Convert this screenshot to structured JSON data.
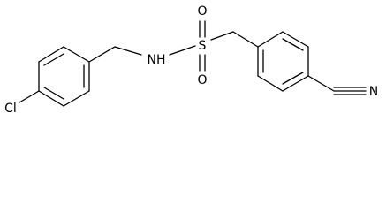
{
  "molecule": {
    "atoms": {
      "chlorine": "Cl",
      "nitrogen_h": "NH",
      "sulfur": "S",
      "oxygen_top": "O",
      "oxygen_bottom": "O",
      "nitrile_n": "N"
    },
    "colors": {
      "bond": "#000000",
      "label": "#000000",
      "background": "#ffffff"
    }
  }
}
